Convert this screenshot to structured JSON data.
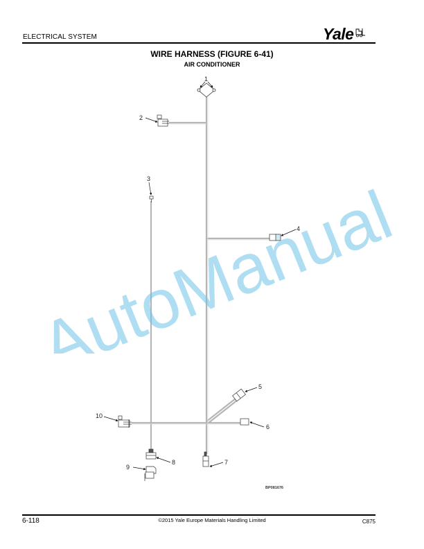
{
  "header": {
    "section": "ELECTRICAL SYSTEM",
    "logo": "Yale",
    "logo_icon": "forklift-icon"
  },
  "title": "WIRE HARNESS (FIGURE 6-41)",
  "subtitle": "AIR CONDITIONER",
  "diagram": {
    "callouts": [
      {
        "id": "1",
        "label": "1"
      },
      {
        "id": "2",
        "label": "2"
      },
      {
        "id": "3",
        "label": "3"
      },
      {
        "id": "4",
        "label": "4"
      },
      {
        "id": "5",
        "label": "5"
      },
      {
        "id": "6",
        "label": "6"
      },
      {
        "id": "7",
        "label": "7"
      },
      {
        "id": "8",
        "label": "8"
      },
      {
        "id": "9",
        "label": "9"
      },
      {
        "id": "10",
        "label": "10"
      }
    ],
    "figure_code": "BP081676"
  },
  "watermark": {
    "text": "AutoManual",
    "color": "#6ec3ea"
  },
  "footer": {
    "page": "6-118",
    "copyright": "©2015 Yale Europe Materials Handling Limited",
    "doc_code": "C875"
  }
}
